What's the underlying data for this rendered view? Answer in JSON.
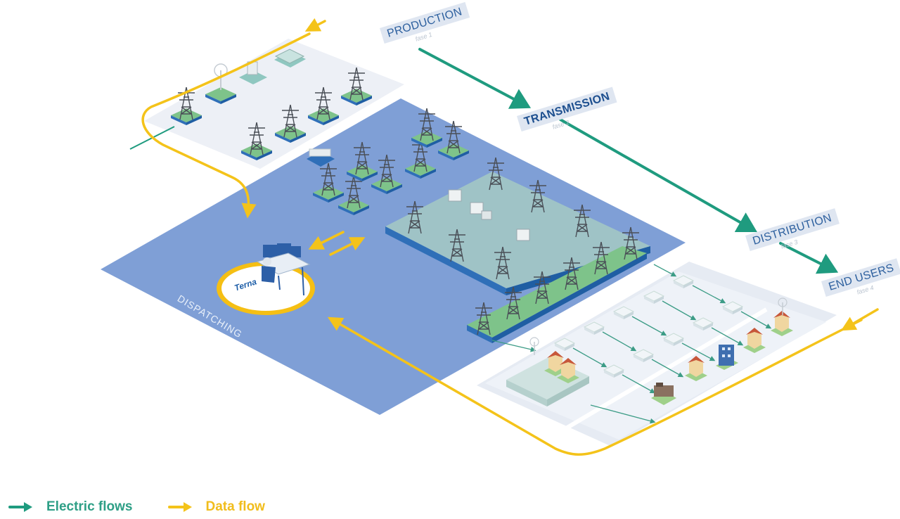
{
  "stages": [
    {
      "title": "PRODUCTION",
      "subtitle": "fase 1"
    },
    {
      "title": "TRANSMISSION",
      "subtitle": "fase 2"
    },
    {
      "title": "DISTRIBUTION",
      "subtitle": "fase 3"
    },
    {
      "title": "END USERS",
      "subtitle": "fase 4"
    }
  ],
  "dispatching_label": "DISPATCHING",
  "operator_logo_text": "Terna",
  "legend": [
    {
      "label": "Electric flows",
      "color": "#1f9b7f",
      "icon": "arrow-right-icon"
    },
    {
      "label": "Data flow",
      "color": "#f4c31a",
      "icon": "arrow-right-icon"
    }
  ],
  "colors": {
    "electric": "#1f9b7f",
    "data": "#f4c31a",
    "dispatching_area": "#7f9fd6",
    "label_background": "#dfe6f1",
    "label_text": "#2c5f9e"
  }
}
